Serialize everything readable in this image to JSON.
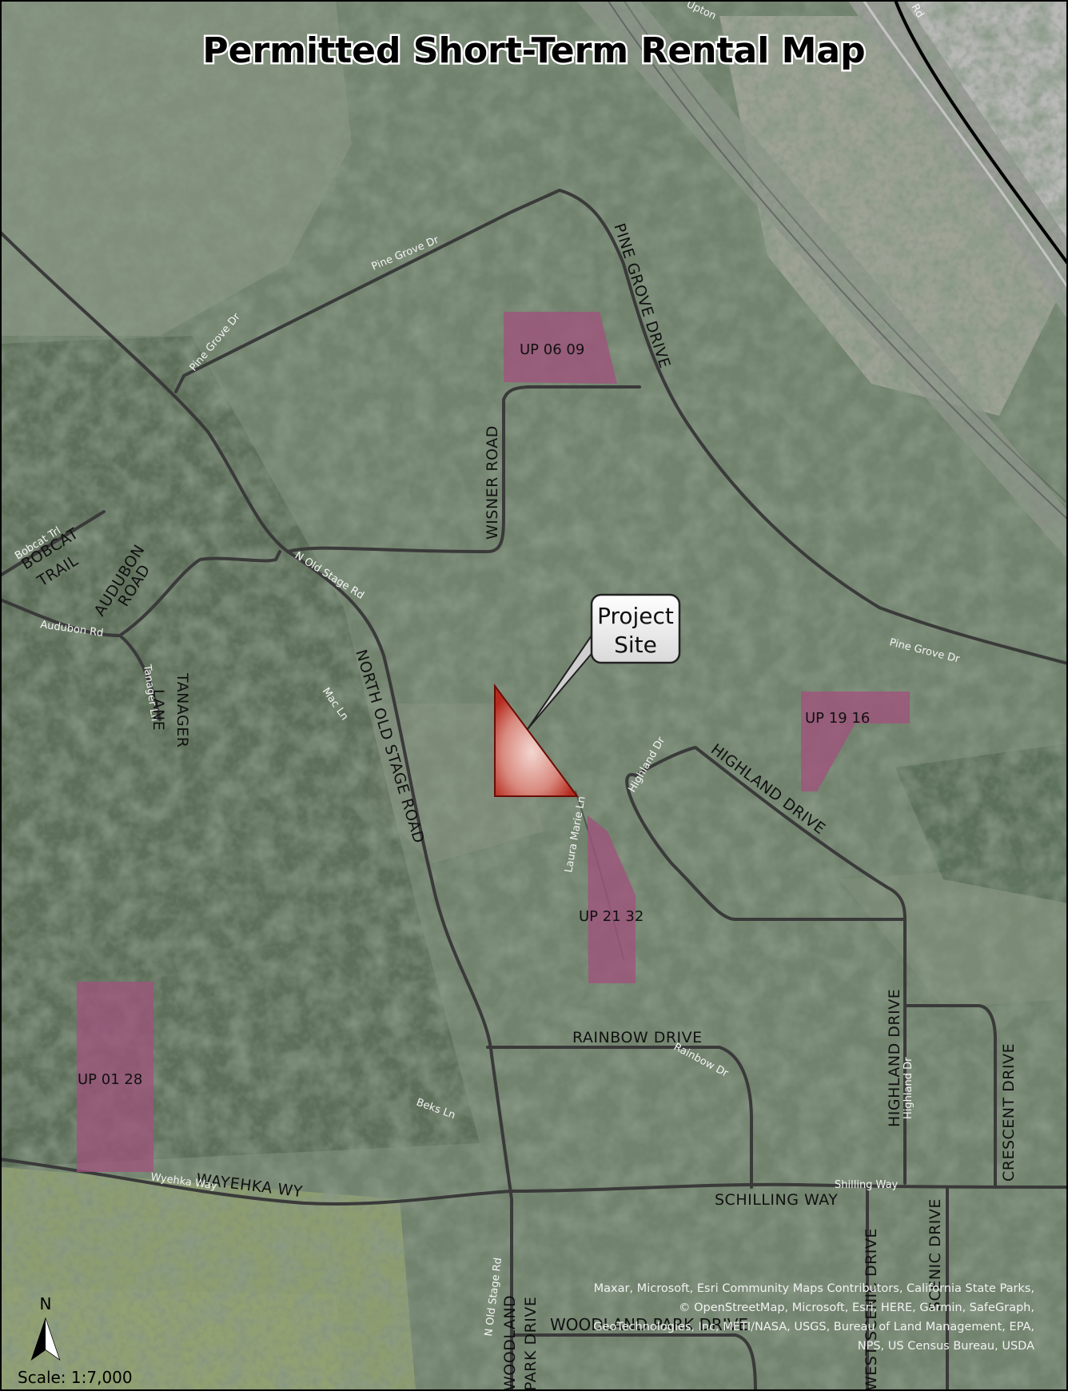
{
  "title": "Permitted Short-Term Rental Map",
  "callout": {
    "line1": "Project",
    "line2": "Site"
  },
  "parcels": [
    {
      "id": "UP 06 09"
    },
    {
      "id": "UP 19 16"
    },
    {
      "id": "UP 21 32"
    },
    {
      "id": "UP 01 28"
    }
  ],
  "roads": {
    "pine_grove_dr_1": "Pine Grove Dr",
    "pine_grove_dr_2": "Pine Grove Dr",
    "pine_grove_dr_3": "Pine Grove Dr",
    "pine_grove_drive": "PINE GROVE DRIVE",
    "wisner_road": "WISNER ROAD",
    "n_old_stage_rd": "N Old Stage Rd",
    "north_old_stage_road": "NORTH OLD STAGE ROAD",
    "bobcat_trl": "Bobcat Trl",
    "bobcat_trail_1": "BOBCAT",
    "bobcat_trail_2": "TRAIL",
    "audubon_road_1": "AUDUBON",
    "audubon_road_2": "ROAD",
    "audubon_rd": "Audubon Rd",
    "tanager_ln": "Tanager Ln",
    "tanager_lane_1": "TANAGER",
    "tanager_lane_2": "LANE",
    "mac_ln": "Mac Ln",
    "highland_dr": "Highland Dr",
    "highland_drive_1": "HIGHLAND DRIVE",
    "highland_drive_2": "HIGHLAND DRIVE",
    "highland_dr_2": "Highland Dr",
    "laura_marie_ln": "Laura Marie Ln",
    "rainbow_drive": "RAINBOW DRIVE",
    "rainbow_dr": "Rainbow Dr",
    "beks_ln": "Beks Ln",
    "wayehka_wy": "WAYEHKA WY",
    "wyehka_way": "Wyehka Way",
    "schilling_way": "SCHILLING WAY",
    "shilling_way": "Shilling Way",
    "crescent_drive": "CRESCENT DRIVE",
    "n_old_stage_rd_2": "N Old Stage Rd",
    "woodland_park_drive_1": "WOODLAND",
    "woodland_park_drive_2": "PARK DRIVE",
    "woodland_park_drive_3": "WOODLAND PARK DRIVE",
    "west_scenic_drive": "WEST SCENIC DRIVE",
    "scenic_drive": "SCENIC DRIVE",
    "upton": "Upton",
    "rd": "Rd"
  },
  "attribution": [
    "Maxar, Microsoft, Esri Community Maps Contributors, California State Parks,",
    "© OpenStreetMap, Microsoft, Esri, HERE, Garmin, SafeGraph,",
    "GeoTechnologies, Inc, METI/NASA, USGS, Bureau of Land Management, EPA,",
    "NPS, US Census Bureau, USDA"
  ],
  "north_arrow": "N",
  "scale": "Scale: 1:7,000",
  "colors": {
    "imagery_base": "#6f806c",
    "road": "#3a3a3a",
    "parcel_fill": "#a0527c",
    "project_site": "#c0392b"
  }
}
